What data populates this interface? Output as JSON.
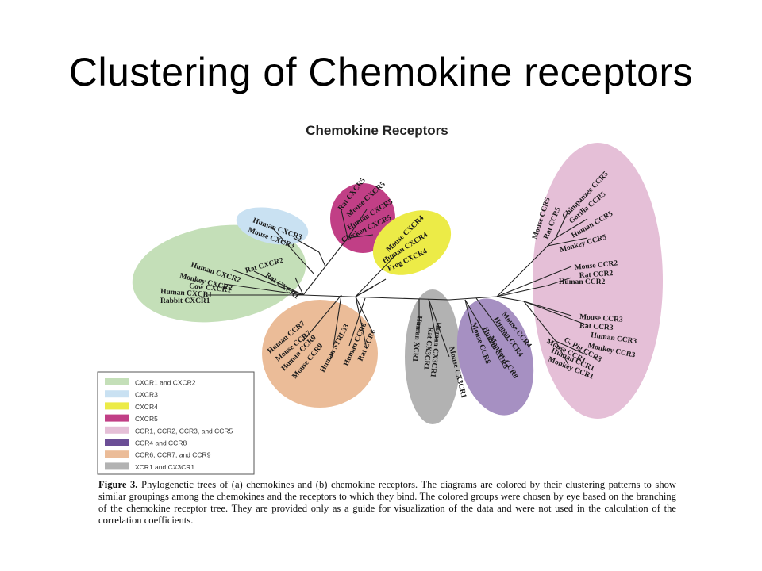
{
  "slide": {
    "title": "Clustering of Chemokine receptors"
  },
  "figure": {
    "title": "Chemokine Receptors",
    "caption_label": "Figure 3.",
    "caption_text": "Phylogenetic trees of (a) chemokines and (b) chemokine receptors. The diagrams are colored by their clustering patterns to show similar groupings among the chemokines and the receptors to which they bind. The colored groups were chosen by eye based on the branching of the chemokine receptor tree. They are provided only as a guide for visualization of the data and were not used in the calculation of the correlation coefficients."
  },
  "colors": {
    "cxcr1_cxcr2": "#c4dfb8",
    "cxcr3": "#c9e1f2",
    "cxcr4": "#eceb47",
    "cxcr5": "#c13f86",
    "ccr1_5": "#e5bfd7",
    "ccr4_ccr8": "#a690c2",
    "ccr6_9": "#ebbc98",
    "xcr1_cx3cr1": "#b2b2b2"
  },
  "legend": [
    {
      "label": "CXCR1 and CXCR2",
      "color": "#c4dfb8"
    },
    {
      "label": "CXCR3",
      "color": "#c9e1f2"
    },
    {
      "label": "CXCR4",
      "color": "#eceb47"
    },
    {
      "label": "CXCR5",
      "color": "#c13f86"
    },
    {
      "label": "CCR1, CCR2, CCR3, and CCR5",
      "color": "#e5bfd7"
    },
    {
      "label": "CCR4 and CCR8",
      "color": "#6b4e96"
    },
    {
      "label": "CCR6, CCR7, and CCR9",
      "color": "#ebbc98"
    },
    {
      "label": "XCR1 and CX3CR1",
      "color": "#b2b2b2"
    }
  ],
  "groups": {
    "cxcr1_2": [
      "Human CXCR2",
      "Monkey CXCR2",
      "Rat CXCR2",
      "Cow CXCR1",
      "Human CXCR1",
      "Rabbit CXCR1",
      "Rat CXCR1"
    ],
    "cxcr3": [
      "Human CXCR3",
      "Mouse CXCR3"
    ],
    "cxcr5": [
      "Rat CXCR5",
      "Mouse CXCR5",
      "Human CXCR5",
      "Chicken CXCR5"
    ],
    "cxcr4": [
      "Mouse CXCR4",
      "Human CXCR4",
      "Frog CXCR4"
    ],
    "ccr_big": [
      "Mouse CCR5",
      "Rat CCR5",
      "Chimpanzee CCR5",
      "Gorilla CCR5",
      "Human CCR5",
      "Monkey CCR5",
      "Mouse CCR2",
      "Rat CCR2",
      "Human CCR2",
      "Mouse CCR3",
      "Rat CCR3",
      "Human CCR3",
      "Monkey CCR3",
      "G. Pig CCR3",
      "Mouse CCR1",
      "Human CCR1",
      "Monkey CCR1"
    ],
    "ccr6_9": [
      "Human CCR7",
      "Mouse CCR7",
      "Human CCR9",
      "Mouse CCR9",
      "Human STRL33",
      "Human CCR6",
      "Rat CCR6"
    ],
    "xcr": [
      "Human XCR1",
      "Rat CX3CR1",
      "Human CX3CR1",
      "Mouse CX3CR1"
    ],
    "ccr4_8": [
      "Mouse CCR8",
      "Human CCR8",
      "Monkey CCR8",
      "Human CCR4",
      "Mouse CCR4"
    ]
  }
}
